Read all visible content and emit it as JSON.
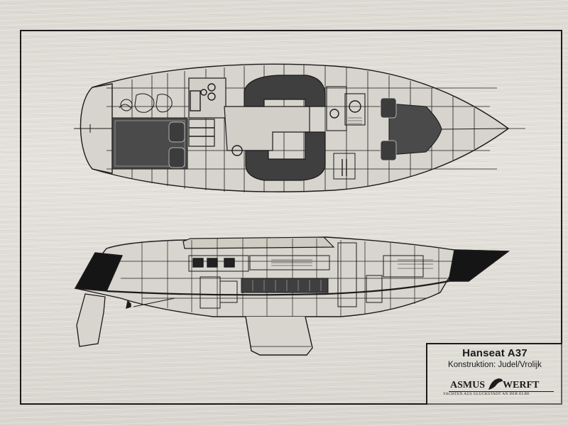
{
  "document": {
    "title_block": {
      "model": "Hanseat A37",
      "designer_label": "Konstruktion: Judel/Vrolijk"
    },
    "logo": {
      "brand_left": "ASMUS",
      "brand_right": "WERFT",
      "tagline": "YACHTEN AUS GLÜCKSTADT AN DER ELBE"
    }
  },
  "colors": {
    "ink": "#1b1b1b",
    "paper": "#dcd9d2",
    "upholstery": "#4a4a4a",
    "sole": "#d2cfc8"
  },
  "drawings": [
    {
      "id": "deck-plan",
      "kind": "plan view of yacht interior"
    },
    {
      "id": "profile",
      "kind": "side profile section of yacht"
    }
  ]
}
